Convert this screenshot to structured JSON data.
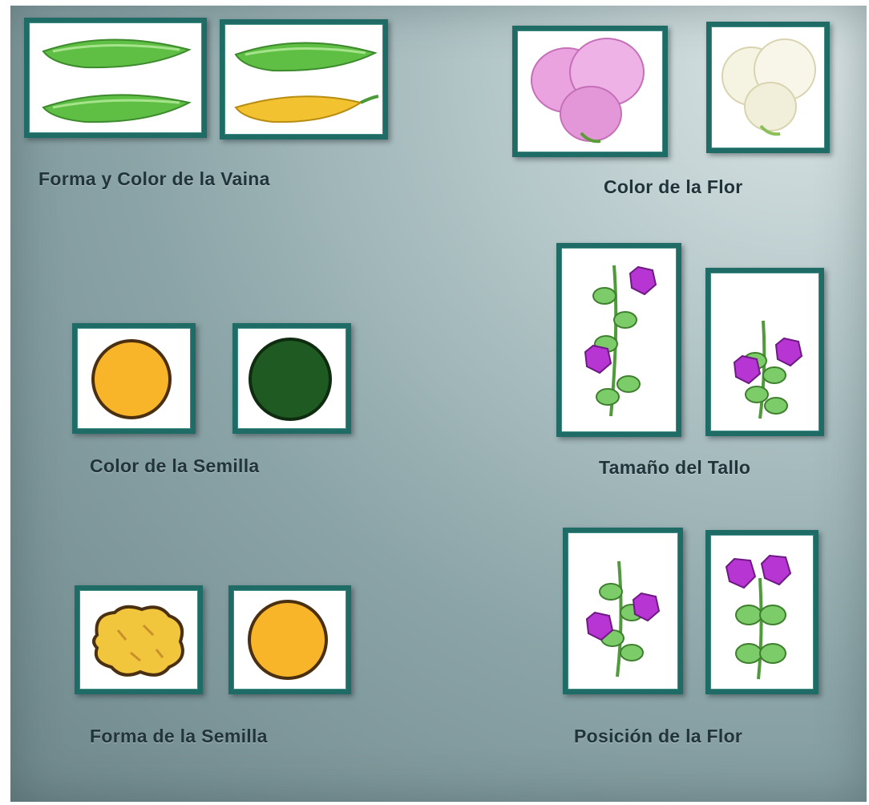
{
  "groups": {
    "pod": {
      "label": "Forma y Color de la Vaina"
    },
    "flower_color": {
      "label": "Color de la Flor"
    },
    "seed_color": {
      "label": "Color de la Semilla"
    },
    "stem_size": {
      "label": "Tamaño del Tallo"
    },
    "seed_shape": {
      "label": "Forma de la Semilla"
    },
    "flower_position": {
      "label": "Posición de la Flor"
    }
  },
  "colors": {
    "frame": "#1f6b66",
    "pod_green": "#5fbf45",
    "pod_yellow": "#f2c231",
    "flower_pink": "#e9a0de",
    "flower_white": "#f4f2e0",
    "seed_yellow": "#f8b529",
    "seed_green": "#1f5a22",
    "blossom_purple": "#b735d3",
    "leaf_green": "#7ccc6a"
  },
  "icons": [
    "green-pods-icon",
    "green-and-yellow-pods-icon",
    "pink-flower-icon",
    "white-flower-icon",
    "yellow-seed-icon",
    "green-seed-icon",
    "tall-plant-icon",
    "short-plant-icon",
    "wrinkled-seed-icon",
    "round-seed-icon",
    "axial-flower-plant-icon",
    "terminal-flower-plant-icon"
  ]
}
